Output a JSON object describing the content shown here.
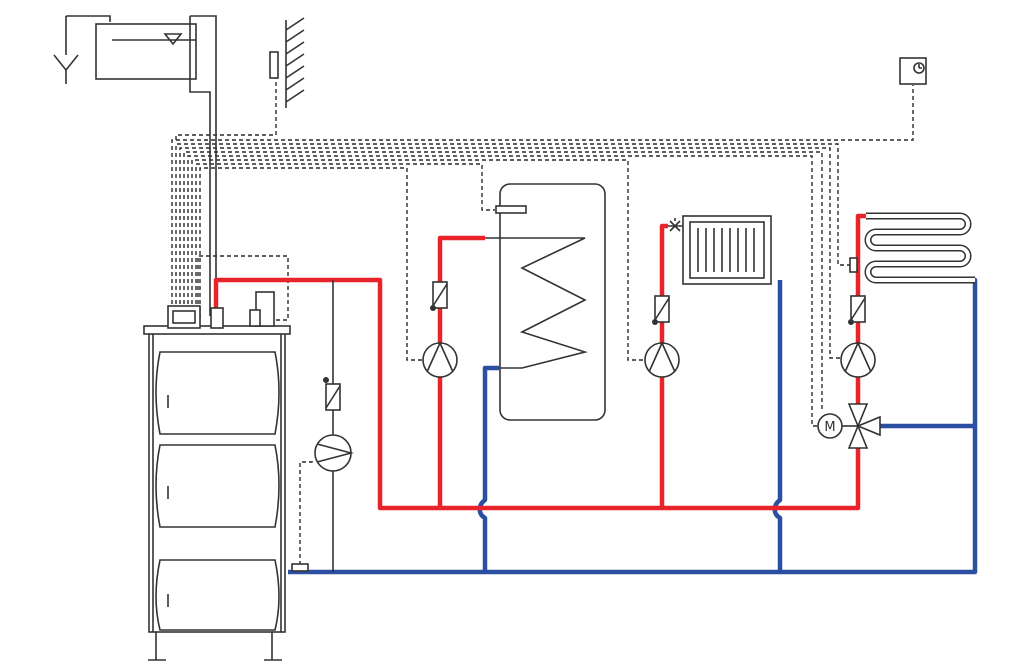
{
  "colors": {
    "supply": "#e8232a",
    "return": "#2c4fa3",
    "equipment": "#333333",
    "control_wiring": "#2a2a2a"
  },
  "labels": {
    "mixing_valve_motor": "M"
  },
  "components": [
    "expansion-tank",
    "outdoor-temperature-sensor",
    "room-thermostat",
    "solid-fuel-boiler",
    "boiler-controller",
    "anti-condensation-pump",
    "hot-water-cylinder",
    "cylinder-temperature-sensor",
    "cylinder-pump",
    "radiator",
    "radiator-pump",
    "underfloor-heating-loop",
    "underfloor-pump",
    "three-way-mixing-valve",
    "mixing-valve-actuator"
  ]
}
